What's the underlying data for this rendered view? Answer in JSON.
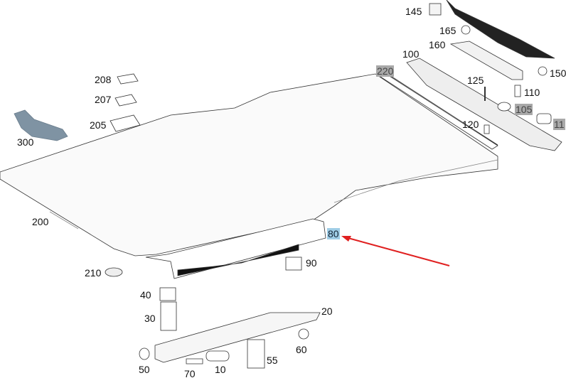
{
  "diagram": {
    "highlight_color": "#9fcde6",
    "marked_color": "#a9a9a9",
    "arrow_color": "#e02020",
    "labels": {
      "p145": "145",
      "p165": "165",
      "p160": "160",
      "p100": "100",
      "p220": "220",
      "p150": "150",
      "p125": "125",
      "p110": "110",
      "p105": "105",
      "p11": "11",
      "p120": "120",
      "p208": "208",
      "p207": "207",
      "p205": "205",
      "p300": "300",
      "p200": "200",
      "p80": "80",
      "p90": "90",
      "p210": "210",
      "p40": "40",
      "p30": "30",
      "p20": "20",
      "p60": "60",
      "p50": "50",
      "p70": "70",
      "p10": "10",
      "p55": "55"
    }
  }
}
